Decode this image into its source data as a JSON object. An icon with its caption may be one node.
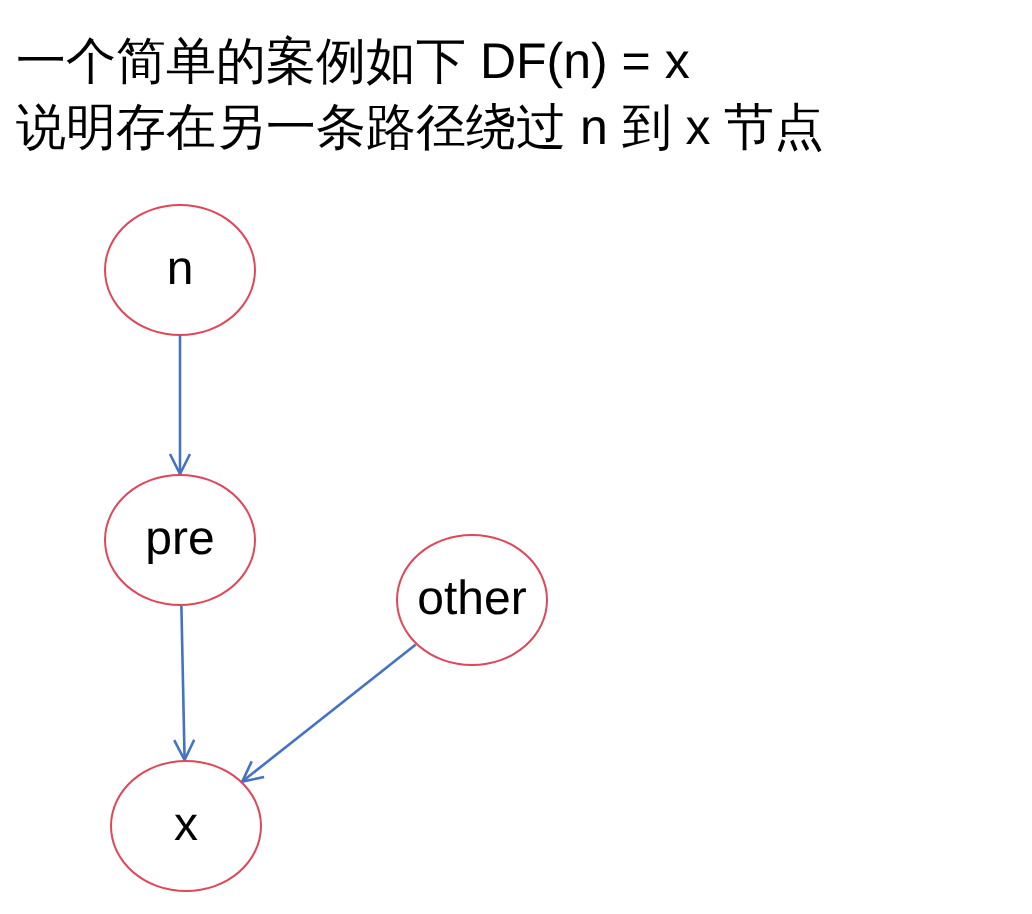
{
  "diagram": {
    "title": "一个简单的案例如下 DF(n) = x",
    "nodes": [
      {
        "text": [
          "n"
        ]
      },
      {
        "text": [
          "pre"
        ]
      },
      {
        "text": [
          "other"
        ]
      },
      {
        "text": [
          "x"
        ]
      }
    ],
    "edges": [
      {
        "from": 0,
        "to": 1,
        "arrow": "to"
      },
      {
        "from": 1,
        "to": 3,
        "arrow": "to"
      },
      {
        "from": 2,
        "to": 3,
        "arrow": "to"
      }
    ],
    "labels": [
      "说明存在另一条路径绕过 n 到 x 节点"
    ]
  }
}
